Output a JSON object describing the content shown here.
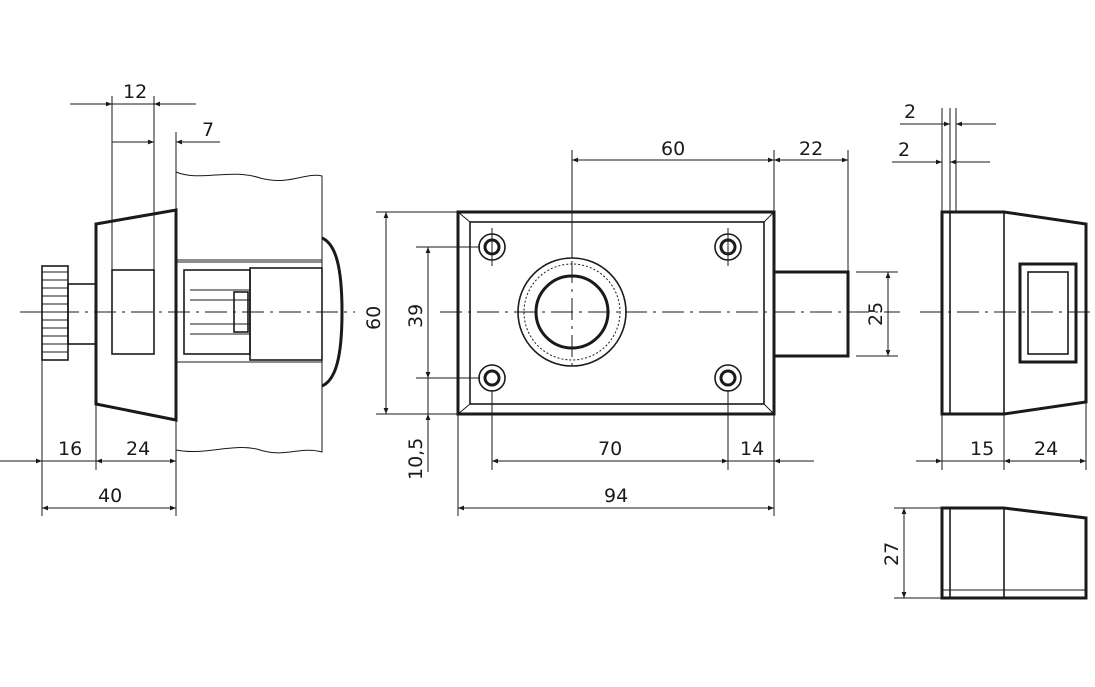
{
  "dimensions": {
    "side_view": {
      "d12": "12",
      "d7": "7",
      "d16": "16",
      "d24": "24",
      "d40": "40"
    },
    "front_view": {
      "d60_top": "60",
      "d22": "22",
      "d60_height": "60",
      "d39": "39",
      "d10_5": "10,5",
      "d25": "25",
      "d70": "70",
      "d14": "14",
      "d94": "94"
    },
    "right_view": {
      "d2_a": "2",
      "d2_b": "2",
      "d15": "15",
      "d24": "24"
    },
    "bottom_view": {
      "d27": "27"
    }
  }
}
